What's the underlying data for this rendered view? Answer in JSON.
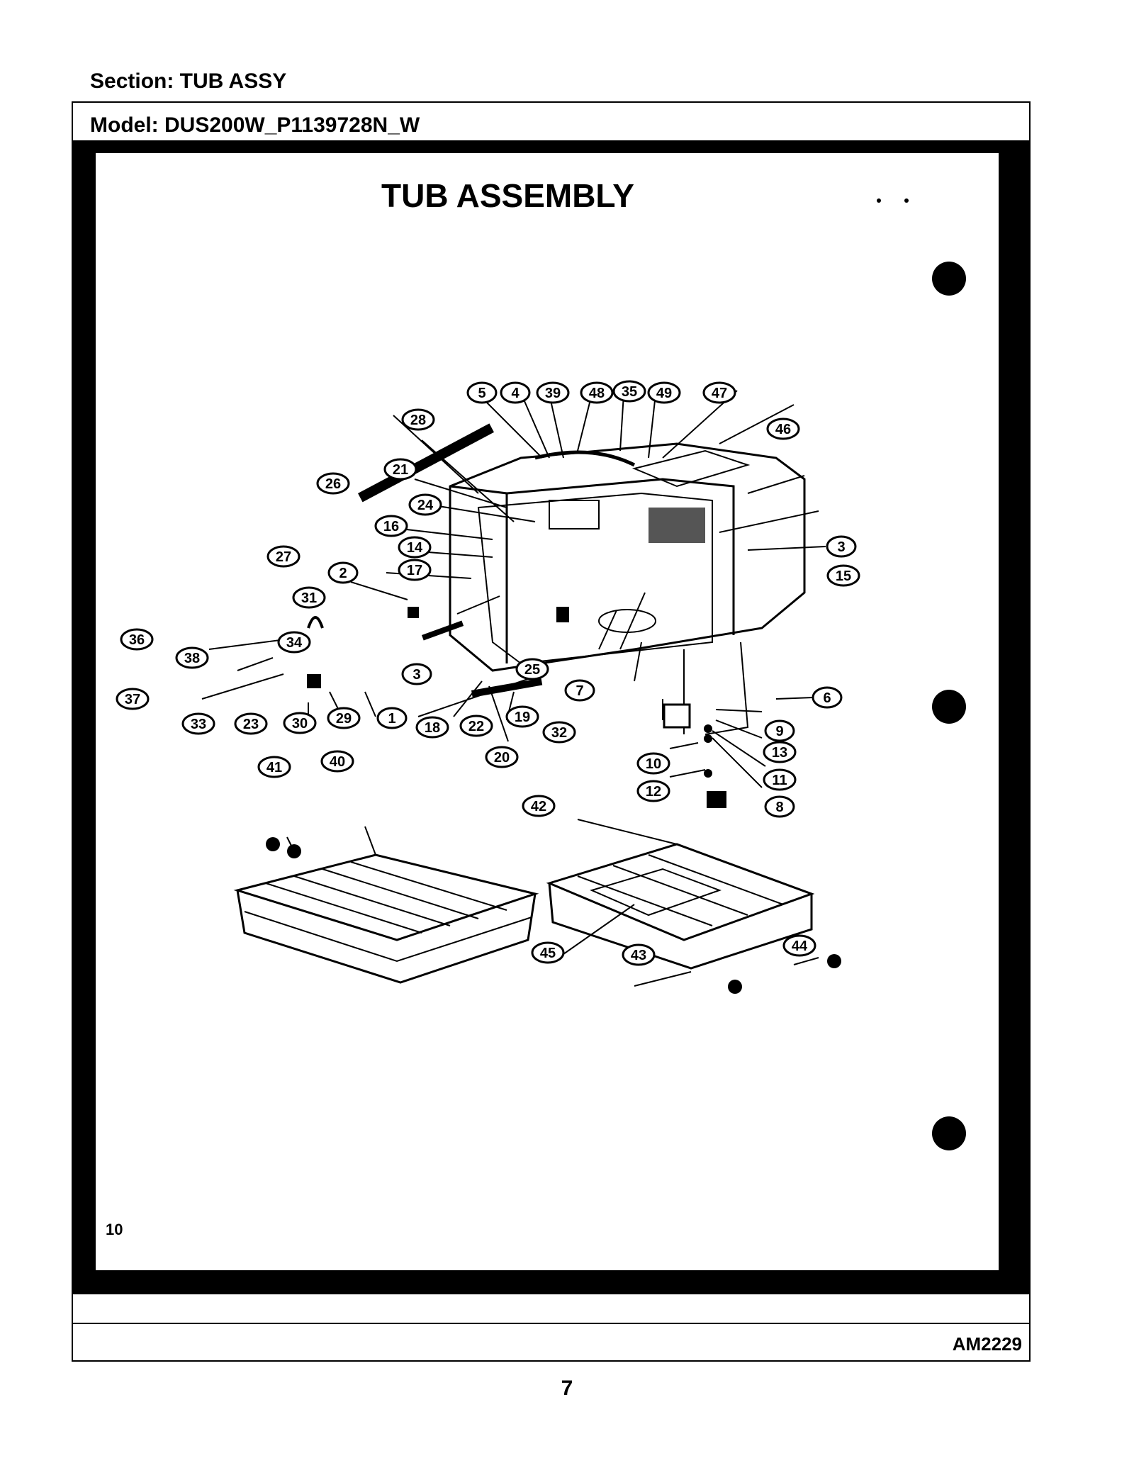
{
  "header": {
    "section": "Section:  TUB ASSY",
    "model": "Model:  DUS200W_P1139728N_W"
  },
  "diagram": {
    "title": "TUB ASSEMBLY",
    "corner_page": "10",
    "callouts": [
      "5",
      "4",
      "39",
      "48",
      "35",
      "49",
      "47",
      "46",
      "28",
      "21",
      "26",
      "24",
      "16",
      "14",
      "17",
      "27",
      "2",
      "31",
      "36",
      "38",
      "34",
      "37",
      "33",
      "23",
      "30",
      "29",
      "3",
      "1",
      "3",
      "15",
      "25",
      "7",
      "6",
      "18",
      "22",
      "19",
      "20",
      "32",
      "9",
      "13",
      "11",
      "8",
      "10",
      "12",
      "41",
      "40",
      "42",
      "45",
      "43",
      "44"
    ]
  },
  "footer": {
    "code": "AM2229",
    "page_number": "7"
  }
}
